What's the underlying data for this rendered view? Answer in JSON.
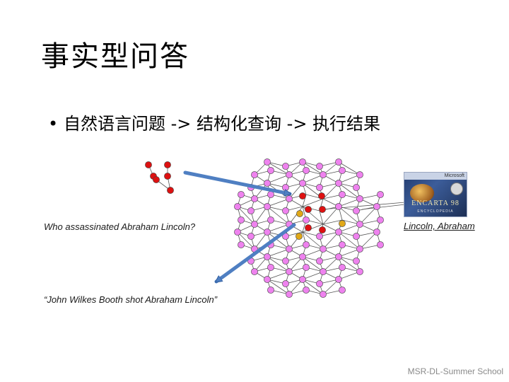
{
  "slide": {
    "title": "事实型问答",
    "bullet": "自然语言问题 -> 结构化查询  -> 执行结果"
  },
  "labels": {
    "question": "Who assassinated Abraham Lincoln?",
    "answer_sentence": "“John Wilkes Booth shot Abraham Lincoln”",
    "answer_entity": "Lincoln, Abraham"
  },
  "encarta": {
    "top_text": "Microsoft",
    "brand": "ENCARTA 98",
    "subtitle": "ENCYCLOPEDIA"
  },
  "footer": "MSR-DL-Summer School",
  "colors": {
    "node_default": "#ee82ee",
    "node_query": "#dd1111",
    "node_answer": "#e0a818",
    "edge": "#555555",
    "arrow": "#4f7fc2",
    "arrow_edge": "#2f5d9e"
  },
  "diagram": {
    "query_graph_nodes": 6,
    "kg_highlight": "red nodes mark the matched query subgraph, orange nodes mark answers"
  }
}
